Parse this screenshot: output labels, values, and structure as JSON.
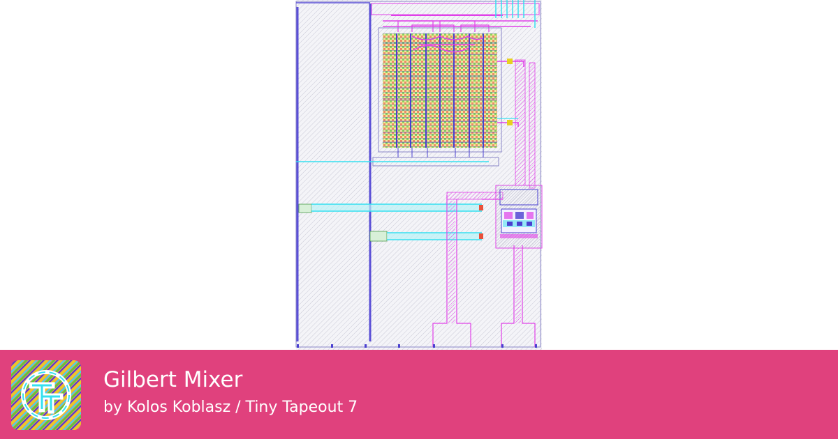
{
  "project": {
    "title": "Gilbert Mixer",
    "byline": "by Kolos Koblasz / Tiny Tapeout 7"
  },
  "logo": {
    "icon": "tiny-tapeout-logo-icon"
  },
  "layout_image": {
    "icon": "chip-layout-render"
  },
  "colors": {
    "footer_background": "#e0417d",
    "footer_text": "#ffffff",
    "metal_blue": "#4a40d0",
    "metal_magenta": "#e040e8",
    "metal_cyan": "#35e0f0",
    "diffusion_green": "#5cc83a",
    "poly_red": "#e8503a",
    "pin_yellow": "#e8d020"
  }
}
